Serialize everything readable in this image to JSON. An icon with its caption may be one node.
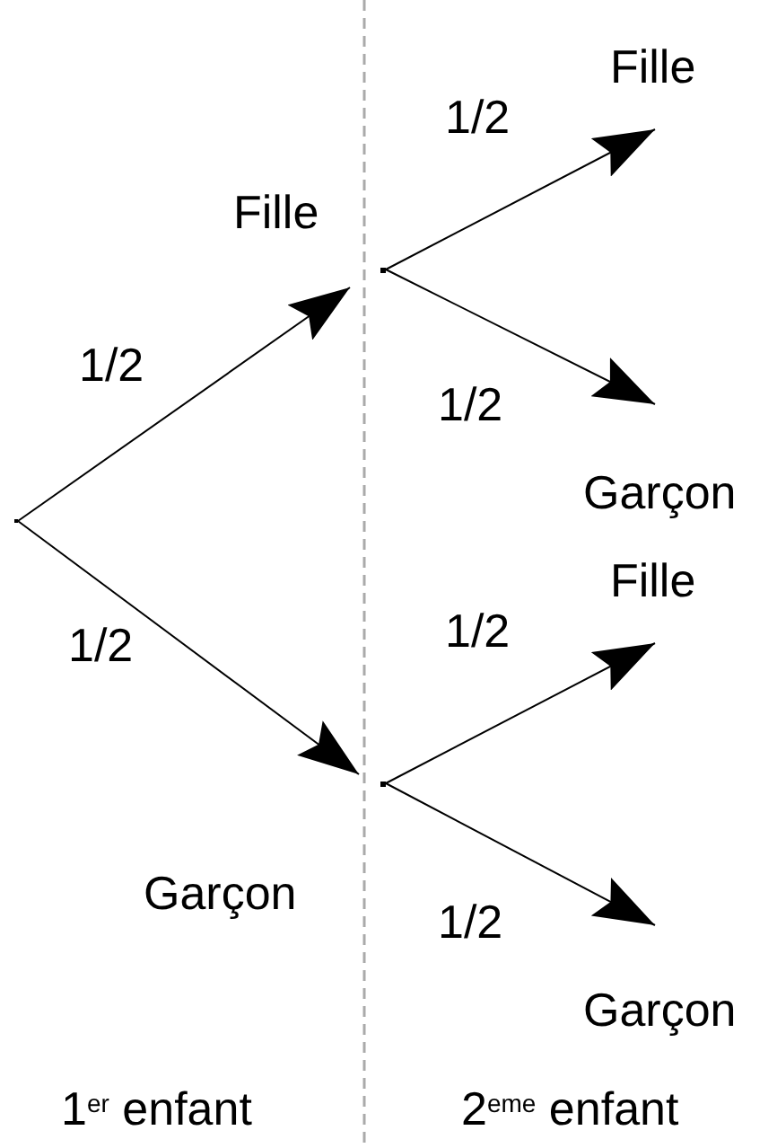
{
  "diagram": {
    "nodes": [
      {
        "text": [],
        "shape": "point"
      },
      {
        "text": [
          "Fille"
        ]
      },
      {
        "text": [
          "Garçon"
        ]
      },
      {
        "text": [
          "Fille"
        ]
      },
      {
        "text": [
          "Garçon"
        ]
      },
      {
        "text": [
          "Fille"
        ]
      },
      {
        "text": [
          "Garçon"
        ]
      }
    ],
    "edges": [
      {
        "from": 0,
        "to": 1,
        "arrow": "to",
        "label": "1/2"
      },
      {
        "from": 0,
        "to": 2,
        "arrow": "to",
        "label": "1/2"
      },
      {
        "from": 1,
        "to": 3,
        "arrow": "to",
        "label": "1/2"
      },
      {
        "from": 1,
        "to": 4,
        "arrow": "to",
        "label": "1/2"
      },
      {
        "from": 2,
        "to": 5,
        "arrow": "to",
        "label": "1/2"
      },
      {
        "from": 2,
        "to": 6,
        "arrow": "to",
        "label": "1/2"
      }
    ],
    "labels": [
      "1$^{er}$ enfant",
      "2$^{eme}$ enfant"
    ]
  }
}
